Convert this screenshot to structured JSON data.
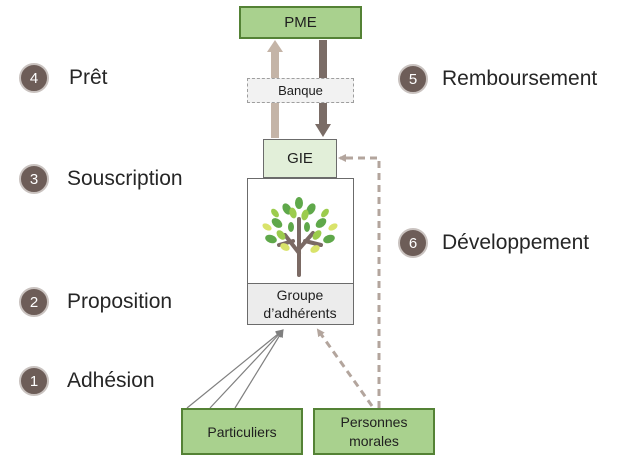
{
  "nodes": {
    "pme": "PME",
    "banque": "Banque",
    "gie": "GIE",
    "groupe": "Groupe d’adhérents",
    "particuliers": "Particuliers",
    "personnes_morales": "Personnes morales"
  },
  "steps": [
    {
      "number": "4",
      "label": "Prêt"
    },
    {
      "number": "5",
      "label": "Remboursement"
    },
    {
      "number": "3",
      "label": "Souscription"
    },
    {
      "number": "6",
      "label": "Développement"
    },
    {
      "number": "2",
      "label": "Proposition"
    },
    {
      "number": "1",
      "label": "Adhésion"
    }
  ],
  "colors": {
    "green_fill": "#a9d18e",
    "green_border": "#548235",
    "badge": "#6d5d58",
    "arrow_up": "#c4b4a7",
    "arrow_down": "#7a6c66",
    "dashed_arrow": "#b3a59d"
  }
}
